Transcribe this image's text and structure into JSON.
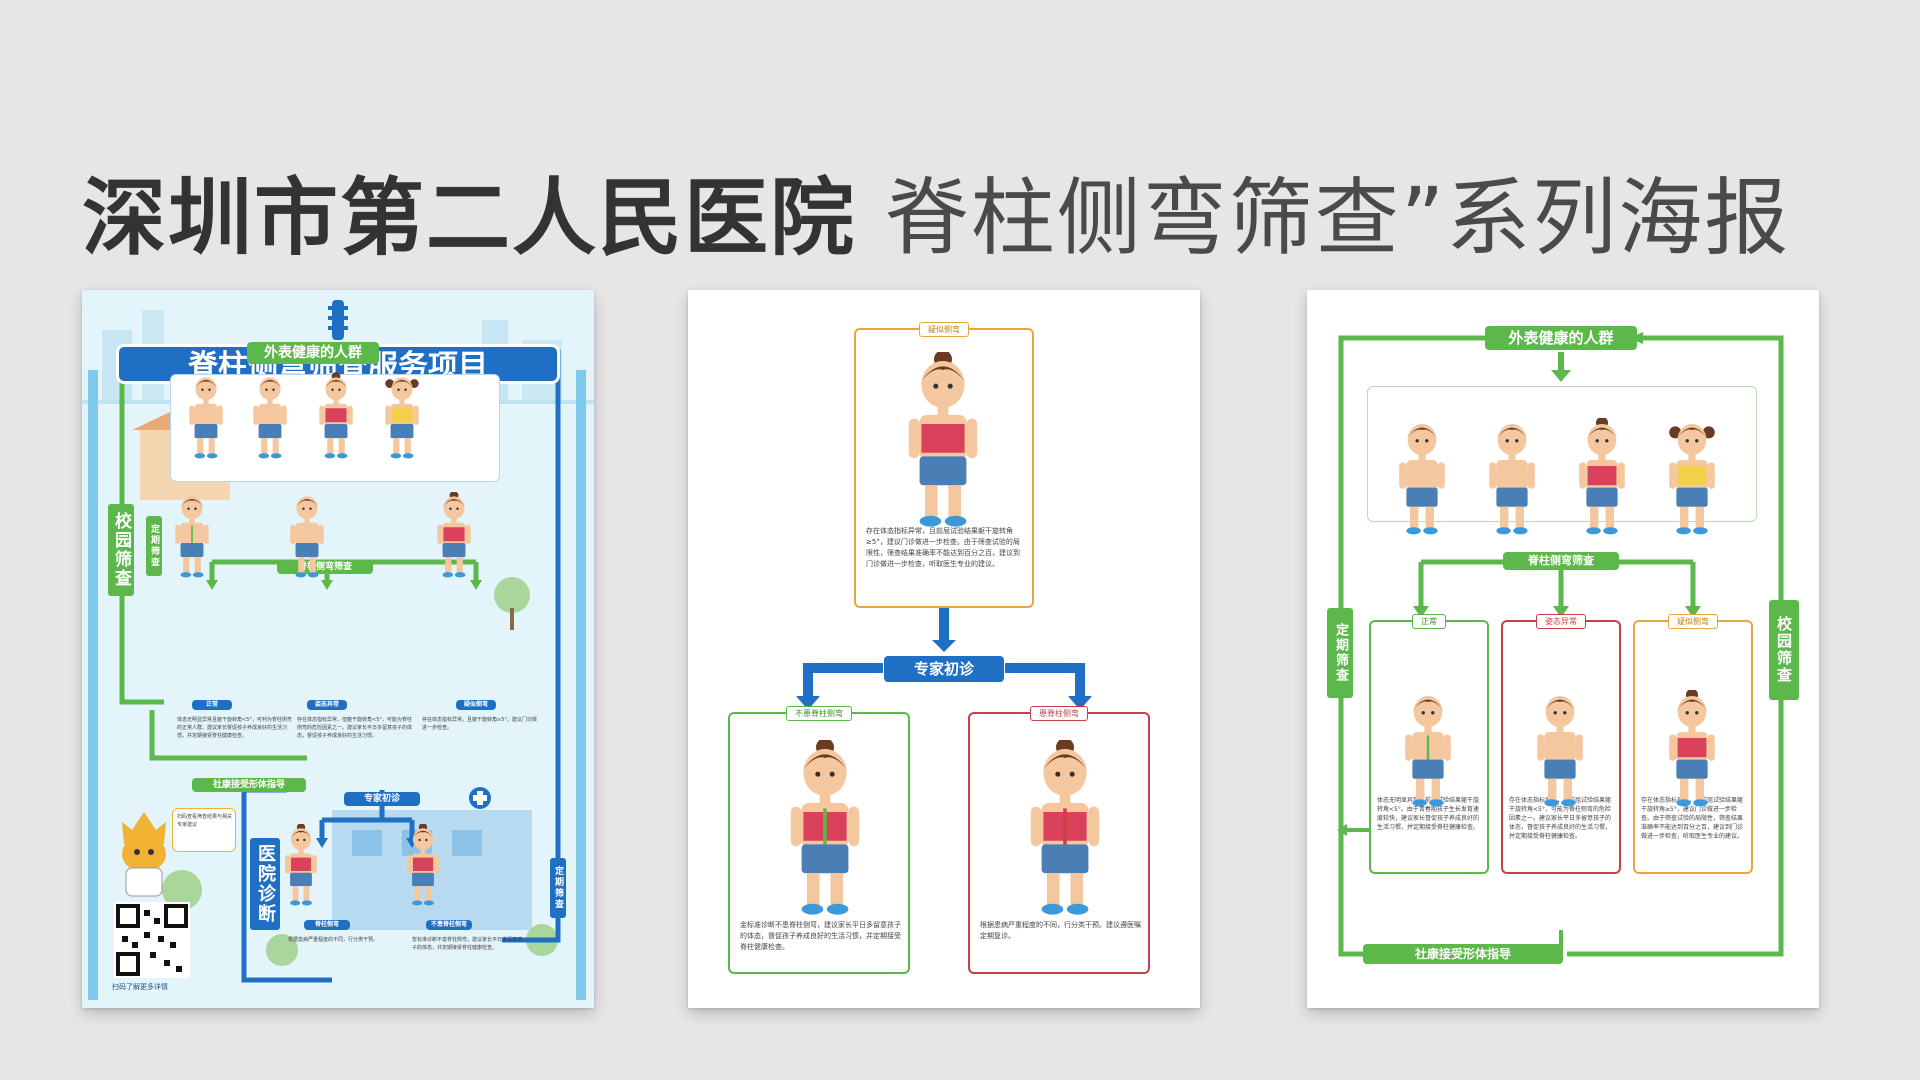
{
  "heading": {
    "hospital": "深圳市第二人民医院",
    "series": "脊柱侧弯筛查”系列海报"
  },
  "poster1": {
    "title": "脊柱侧弯筛查服务项目",
    "group_label": "外表健康的人群",
    "screen_label": "脊柱侧弯筛查",
    "campus_label": "校园筛查",
    "regular_label": "定期筛查",
    "hospital_label": "医院诊断",
    "guide_label": "社康接受形体指导",
    "expert_label": "专家初诊",
    "results": [
      "正常",
      "姿态异常",
      "疑似侧弯"
    ],
    "diagnoses": [
      "脊柱侧弯",
      "不患脊柱侧弯"
    ],
    "result_texts": [
      "体态无明显异常且躯干旋转角<5°，可判为脊柱侧弯的正常人群。建议家长督促孩子养成良好的生活习惯，并定期接受脊柱健康检查。",
      "存在体态指标异常，但躯干旋转角<5°，可能为脊柱侧弯的危险因素之一。建议家长平日多留意孩子的体态，督促孩子养成良好的生活习惯。",
      "存在体态指标异常，且躯干旋转角≥5°，建议门诊做进一步检查。"
    ],
    "diag_texts": [
      "根据患病严重程度的不同，行分类干预。",
      "暂标准诊断不患脊柱侧弯，建议家长平日多留意孩子的体态，并定期接受脊柱健康检查。"
    ],
    "mascot_text": "扫码查看筛查结果与相关专家建议",
    "qr_caption": "扫码了解更多详情"
  },
  "poster2": {
    "suspect_label": "疑似侧弯",
    "suspect_text": "存在体态指标异常，且前屈试验结果躯干旋转角≥5°，建议门诊做进一步检查。由于筛查试验的局限性，筛查结果准确率不能达到百分之百，建议到门诊做进一步检查，听取医生专业的建议。",
    "expert_label": "专家初诊",
    "no_label": "不患脊柱侧弯",
    "yes_label": "患脊柱侧弯",
    "no_text": "金标准诊断不患脊柱侧弯，建议家长平日多留意孩子的体态，督促孩子养成良好的生活习惯，并定期接受脊柱健康检查。",
    "yes_text": "根据患病严重程度的不同，行分类干预。建议遵医嘱定期复诊。"
  },
  "poster3": {
    "group_label": "外表健康的人群",
    "screen_label": "脊柱侧弯筛查",
    "regular_label": "定期筛查",
    "campus_label": "校园筛查",
    "guide_label": "社康接受形体指导",
    "results": [
      "正常",
      "姿态异常",
      "疑似侧弯"
    ],
    "result_texts": [
      "体态无明显异常且前屈试验结果躯干旋转角<5°。由于青春期孩子生长发育速度较快，建议家长督促孩子养成良好的生活习惯，并定期接受脊柱健康检查。",
      "存在体态指标异常，但前屈试验结果躯干旋转角<5°，可能为脊柱侧弯的危险因素之一。建议家长平日多留意孩子的体态，督促孩子养成良好的生活习惯，并定期接受脊柱健康检查。",
      "存在体态指标异常，且前屈试验结果躯干旋转角≥5°，建议门诊做进一步检查。由于筛查试验的局限性，筛查结果准确率不能达到百分之百，建议到门诊做进一步检查，听取医生专业的建议。"
    ]
  },
  "colors": {
    "background": "#e6e6e6",
    "green": "#5cb84a",
    "blue": "#1f6fc4",
    "orange": "#e8a640",
    "red": "#c9404a",
    "skin": "#f4c79e",
    "hair": "#6b3a22",
    "shorts": "#4a7fb5",
    "top_red": "#d9425a",
    "top_yellow": "#f2d04a"
  }
}
